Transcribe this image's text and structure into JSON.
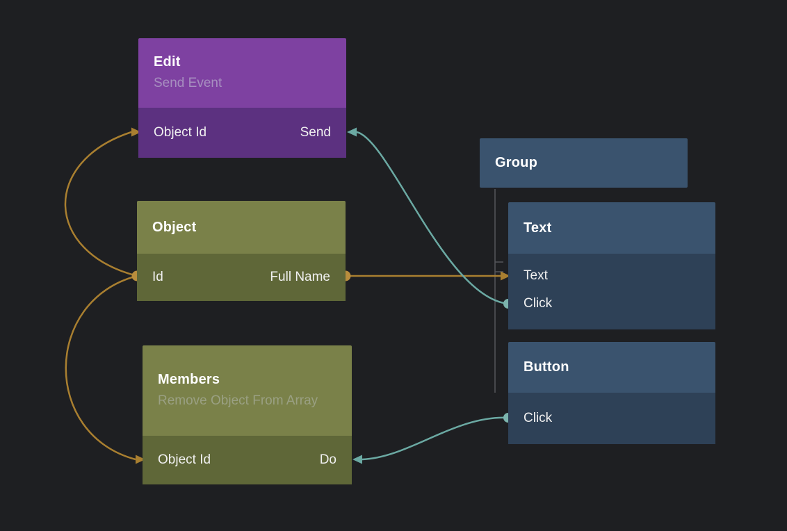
{
  "colors": {
    "canvas_background": "#1e1f22",
    "wire_orange": "#a97f30",
    "wire_teal": "#6ba9a3",
    "port_dot_orange": "#b98d3d",
    "port_dot_teal": "#7cb4ad",
    "hierarchy_line": "#55565a",
    "purple_node_header": "#7e41a1",
    "purple_node_body": "#5c3180",
    "olive_node_header": "#7a8149",
    "olive_node_body": "#5f6738",
    "blue_node_header": "#3a536e",
    "blue_node_body": "#2e4157"
  },
  "nodes": {
    "edit": {
      "title": "Edit",
      "subtitle": "Send Event",
      "port_left": "Object Id",
      "port_right": "Send"
    },
    "object": {
      "title": "Object",
      "port_left": "Id",
      "port_right": "Full Name"
    },
    "members": {
      "title": "Members",
      "subtitle": "Remove Object From Array",
      "port_left": "Object Id",
      "port_right": "Do"
    },
    "group": {
      "title": "Group"
    },
    "text": {
      "title": "Text",
      "rows": [
        "Text",
        "Click"
      ]
    },
    "button": {
      "title": "Button",
      "rows": [
        "Click"
      ]
    }
  },
  "connections": [
    {
      "from": "Object.Id",
      "to": "Edit.Object Id",
      "color": "orange"
    },
    {
      "from": "Object.Id",
      "to": "Members.Object Id",
      "color": "orange"
    },
    {
      "from": "Object.Full Name",
      "to": "Text.Text",
      "color": "orange"
    },
    {
      "from": "Text.Click",
      "to": "Edit.Send",
      "color": "teal"
    },
    {
      "from": "Button.Click",
      "to": "Members.Do",
      "color": "teal"
    },
    {
      "from": "Group",
      "to": "Text, Button",
      "relation": "children"
    }
  ]
}
